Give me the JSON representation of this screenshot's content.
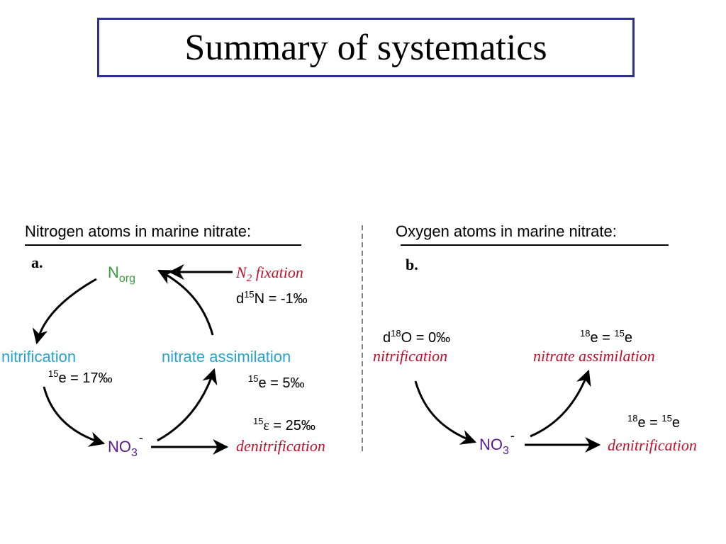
{
  "title": "Summary of systematics",
  "colors": {
    "title_border": "#2e3192",
    "process_cyan": "#29a3cc",
    "n_org_green": "#3a9a3a",
    "nitrate_purple": "#5b1a8c",
    "italic_red": "#c0102a",
    "arrow": "#000000"
  },
  "left_panel": {
    "heading": "Nitrogen atoms in marine nitrate:",
    "label": "a.",
    "n_org": {
      "base": "N",
      "sub": "org"
    },
    "fixation": {
      "base": "N",
      "sub": "2",
      "rest": " fixation"
    },
    "fixation_value": {
      "prefix": "d",
      "sup": "15",
      "rest": "N = -1‰"
    },
    "nitrification": "nitrification",
    "nitrification_value": {
      "sup": "15",
      "rest": "e = 17‰"
    },
    "assimilation": "nitrate assimilation",
    "assimilation_value": {
      "sup": "15",
      "rest": "e = 5‰"
    },
    "denit_value": {
      "sup": "15",
      "sym": "ε",
      "rest": " = 25‰"
    },
    "nitrate": {
      "base": "NO",
      "sub": "3",
      "sup": "-"
    },
    "denitrification": "denitrification"
  },
  "right_panel": {
    "heading": "Oxygen atoms in marine nitrate:",
    "label": "b.",
    "nitrification_value": {
      "prefix": "d",
      "sup": "18",
      "rest": "O = 0‰"
    },
    "nitrification": "nitrification",
    "assimilation_value": {
      "sup1": "18",
      "mid": "e = ",
      "sup2": "15",
      "end": "e"
    },
    "assimilation": "nitrate assimilation",
    "nitrate": {
      "base": "NO",
      "sub": "3",
      "sup": "-"
    },
    "denit_value": {
      "sup1": "18",
      "mid": "e = ",
      "sup2": "15",
      "end": "e"
    },
    "denitrification": "denitrification"
  }
}
